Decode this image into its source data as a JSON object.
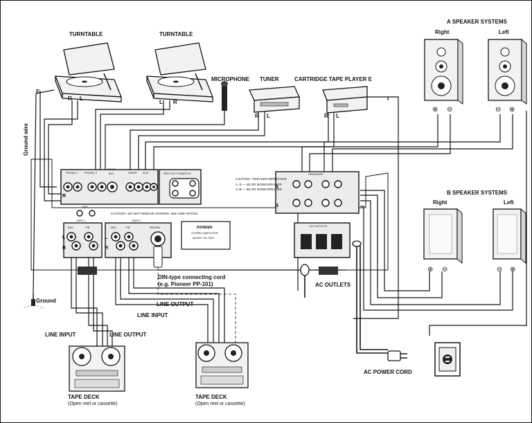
{
  "labels": {
    "turntable_1": "TURNTABLE",
    "turntable_2": "TURNTABLE",
    "microphone": "MICROPHONE",
    "tuner": "TUNER",
    "cartridge_tape_player": "CARTRIDGE TAPE PLAYER E",
    "a_speaker_systems": "A SPEAKER SYSTEMS",
    "b_speaker_systems": "B SPEAKER SYSTEMS",
    "right": "Right",
    "left": "Left",
    "r": "R",
    "l": "L",
    "e": "E",
    "ground_wire": "Ground wire",
    "ground": "Ground",
    "line_input": "LINE INPUT",
    "line_output": "LINE OUTPUT",
    "din_cord_line1": "DIN-type connecting cord",
    "din_cord_line2": "(e.g. Pioneer PP-101)",
    "ac_outlets": "AC OUTLETS",
    "ac_power_cord": "AC POWER CORD",
    "tape_deck": "TAPE DECK",
    "tape_deck_sub": "(Open reel or cassette)",
    "plus": "⊕",
    "minus": "⊖"
  },
  "panel_text": {
    "caution_impedance": "CAUTION—SPEAKER IMPEDANCE",
    "impedance_a": "A. B — 4Ω OR MORE/SPEAKER",
    "impedance_ab": "A+B — 8Ω OR MORE/SPEAKER",
    "caution_screws": "CAUTION—DO NOT REMOVE SCREWS. SEE SIDE NOTICE.",
    "brand": "PIONEER",
    "product": "STEREO AMPLIFIER",
    "model": "MODEL SA-7500",
    "speakers_block": "SPEAKERS",
    "ac_outlets_block": "AC OUTLETS",
    "phono1": "PHONO 1",
    "phono2": "PHONO 2",
    "input": "INPUT",
    "mic": "MIC",
    "tuner": "TUNER",
    "aux": "AUX",
    "pre_power": "PRE OUT  POWER IN",
    "tape1": "TAPE 1",
    "tape2": "TAPE 2",
    "rec": "REC",
    "pb": "PB",
    "rec_pb": "REC/PB",
    "gnd": "GND"
  }
}
